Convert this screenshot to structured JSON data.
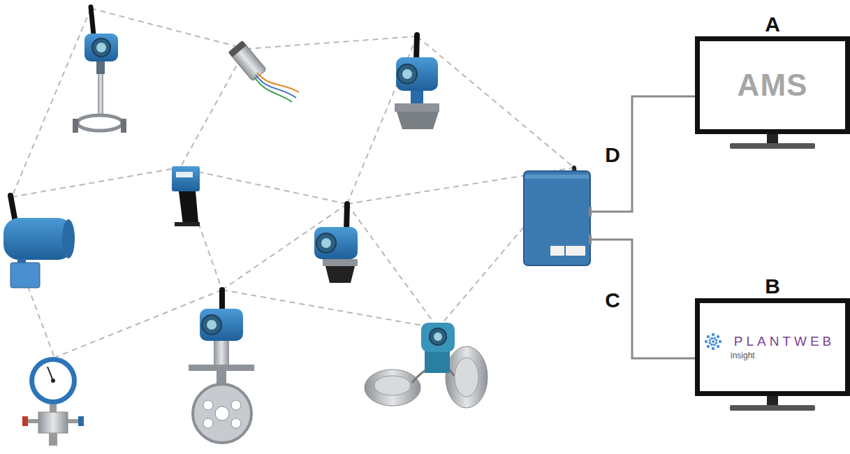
{
  "diagram": {
    "nodes": [
      {
        "text": [
          "A",
          "AMS"
        ]
      },
      {
        "text": [
          "B",
          "PLANTWEB",
          "insight"
        ]
      }
    ],
    "labels": [
      "D",
      "C"
    ]
  }
}
